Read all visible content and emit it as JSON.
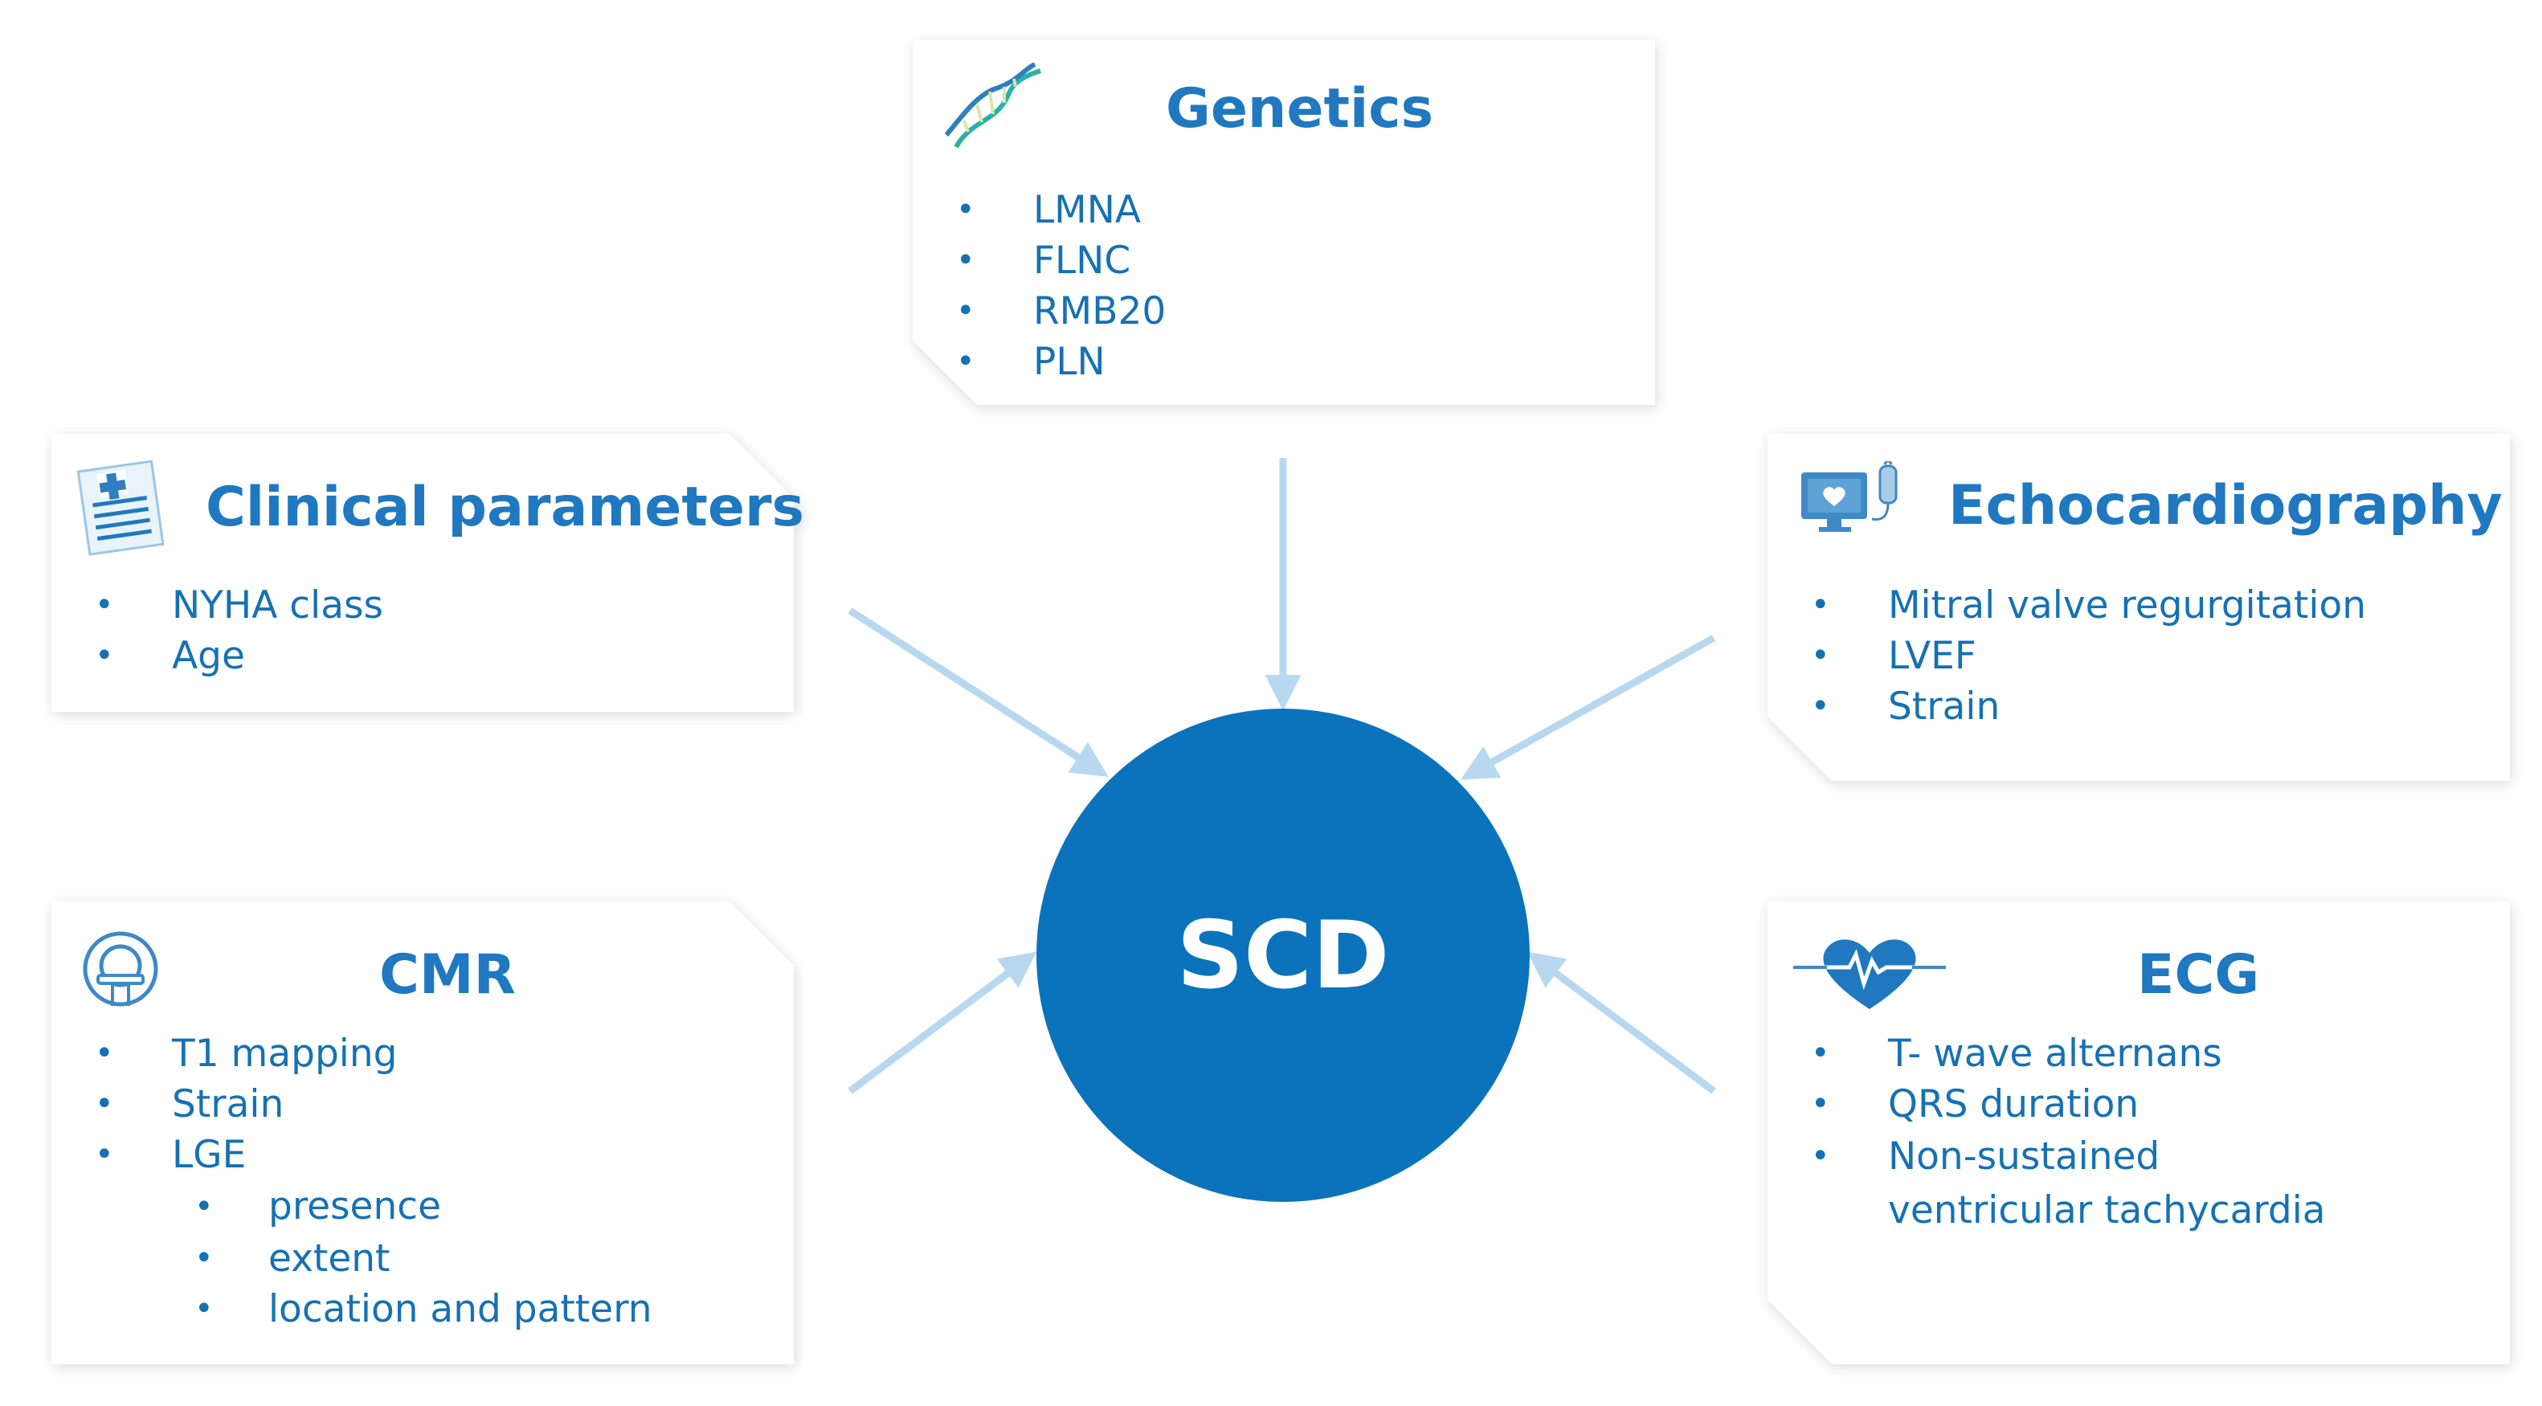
{
  "center": {
    "label": "SCD"
  },
  "colors": {
    "accent": "#1f78c0",
    "circle": "#0a73bb",
    "arrow": "#b7d8ef"
  },
  "genetics": {
    "title": "Genetics",
    "icon": "dna-icon",
    "items": [
      "LMNA",
      "FLNC",
      "RMB20",
      "PLN"
    ]
  },
  "clinical": {
    "title": "Clinical parameters",
    "icon": "clipboard-icon",
    "items": [
      "NYHA class",
      "Age"
    ]
  },
  "echo": {
    "title": "Echocardiography",
    "icon": "ultrasound-monitor-icon",
    "items": [
      "Mitral valve regurgitation",
      "LVEF",
      "Strain"
    ]
  },
  "cmr": {
    "title": "CMR",
    "icon": "mri-scanner-icon",
    "items": [
      "T1 mapping",
      "Strain",
      "LGE"
    ],
    "sub_items": [
      "presence",
      "extent",
      "location and pattern"
    ]
  },
  "ecg": {
    "title": "ECG",
    "icon": "heart-pulse-icon",
    "items": [
      "T- wave alternans",
      "QRS duration",
      "Non-sustained ventricular tachycardia"
    ]
  }
}
